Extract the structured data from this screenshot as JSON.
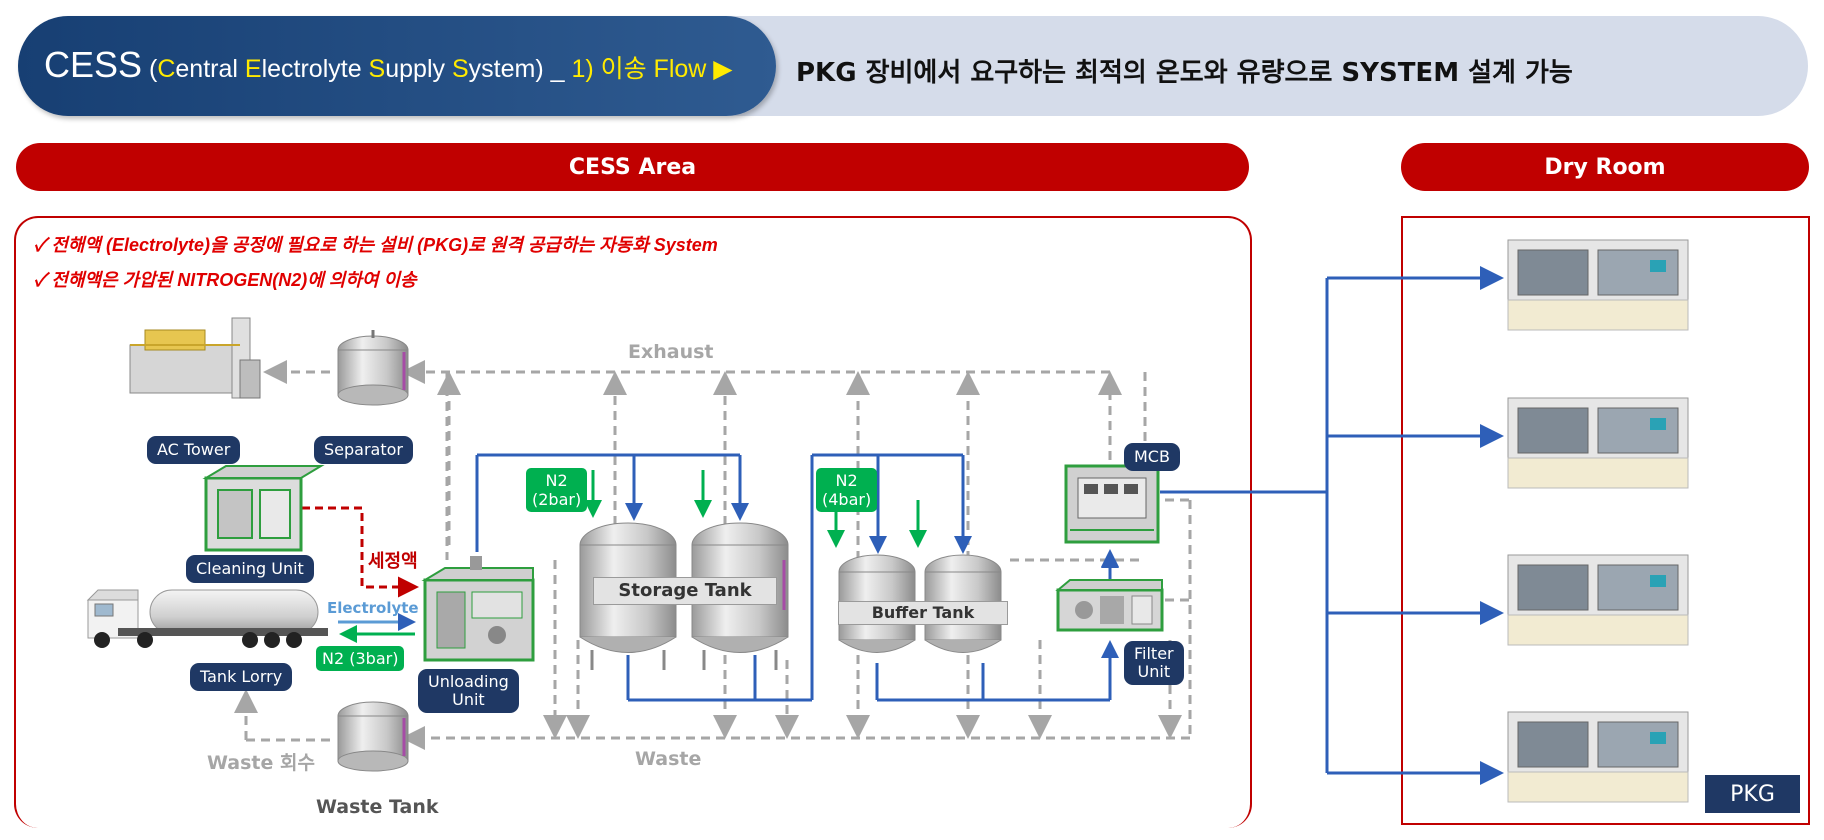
{
  "header": {
    "title_main": "CESS",
    "title_open": " (",
    "c1": "C",
    "w1": "entral ",
    "c2": "E",
    "w2": "lectrolyte ",
    "c3": "S",
    "w3": "upply ",
    "c4": "S",
    "w4": "ystem) _ ",
    "tail": "1) 이송 Flow ▶",
    "description": "PKG 장비에서 요구하는 최적의 온도와 유량으로 SYSTEM 설계 가능"
  },
  "sections": {
    "cess_area": "CESS Area",
    "dry_room": "Dry Room"
  },
  "bullets": [
    "✓ 전해액 (Electrolyte)을 공정에 필요로 하는 설비 (PKG)로 원격 공급하는 자동화 System",
    "✓ 전해액은 가압된 NITROGEN(N2)에 의하여 이송"
  ],
  "labels": {
    "exhaust": "Exhaust",
    "waste": "Waste",
    "waste_recovery": "Waste 회수",
    "waste_tank": "Waste Tank",
    "ac_tower": "AC Tower",
    "separator": "Separator",
    "cleaning_unit": "Cleaning Unit",
    "cleaning_liquid": "세정액",
    "electrolyte": "Electrolyte",
    "n2_3bar": "N2 (3bar)",
    "tank_lorry": "Tank Lorry",
    "unloading_1": "Unloading",
    "unloading_2": "Unit",
    "n2a_1": "N2",
    "n2a_2": "(2bar)",
    "n2b_1": "N2",
    "n2b_2": "(4bar)",
    "storage_tank": "Storage Tank",
    "buffer_tank": "Buffer Tank",
    "mcb": "MCB",
    "filter_1": "Filter",
    "filter_2": "Unit",
    "pkg": "PKG"
  },
  "colors": {
    "brand_red": "#c00000",
    "navy": "#1f3864",
    "header_blue": "#1f4e89",
    "highlight_yellow": "#ffea00",
    "n2_green": "#00b050",
    "flow_blue": "#2e5fb8",
    "exhaust_grey": "#a6a6a6"
  }
}
